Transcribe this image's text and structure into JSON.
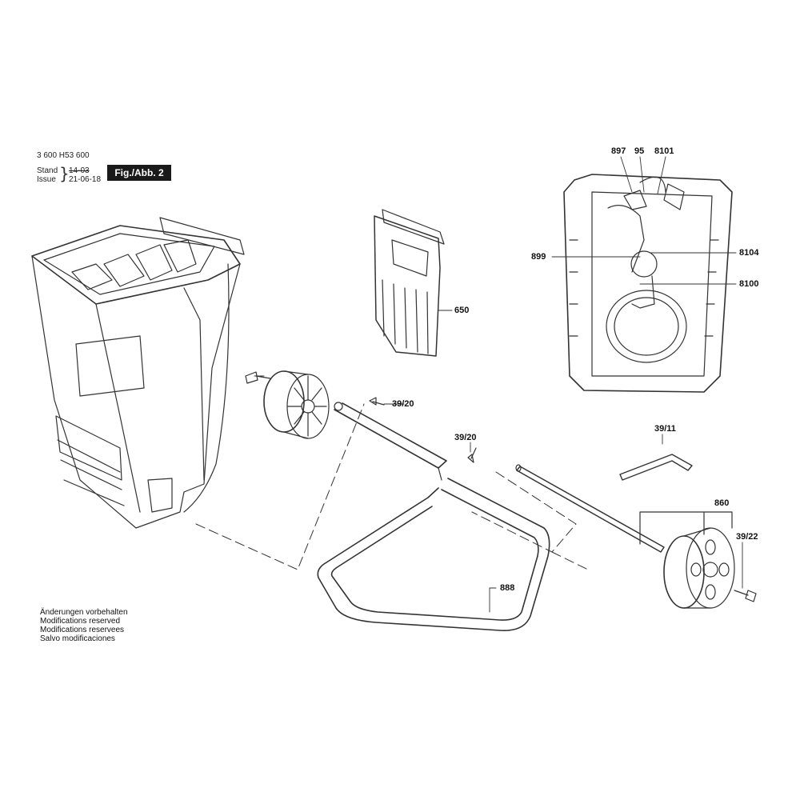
{
  "header": {
    "doc_number": "3 600 H53 600",
    "stand_label": "Stand",
    "stand_value": "14-03",
    "issue_label": "Issue",
    "issue_value": "21-06-18",
    "figure_label": "Fig./Abb. 2"
  },
  "callouts": {
    "c897": "897",
    "c95": "95",
    "c8101": "8101",
    "c899": "899",
    "c8104": "8104",
    "c8100": "8100",
    "c650": "650",
    "c39_20_a": "39/20",
    "c39_20_b": "39/20",
    "c39_11": "39/11",
    "c860": "860",
    "c39_22": "39/22",
    "c888": "888"
  },
  "notes": [
    "Änderungen vorbehalten",
    "Modifications reserved",
    "Modifications reservees",
    "Salvo modificaciones"
  ]
}
